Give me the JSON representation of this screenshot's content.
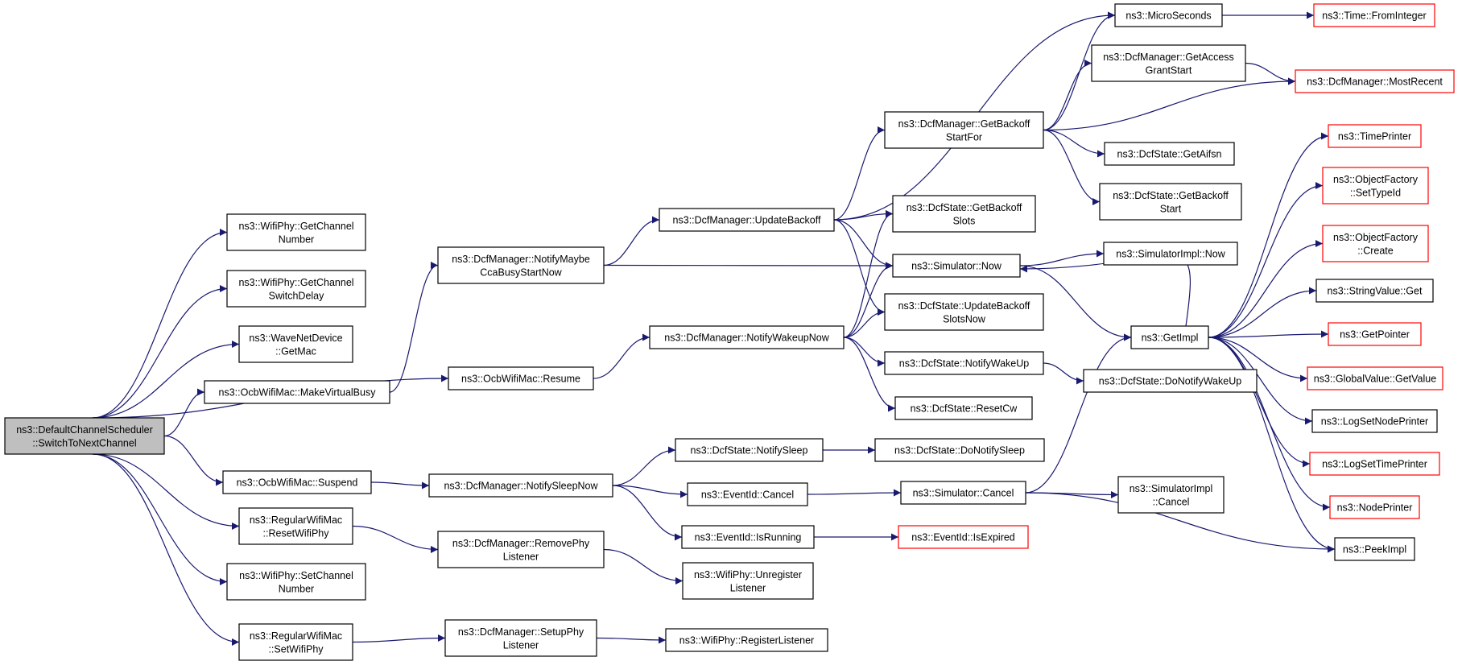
{
  "colors": {
    "edge": "#191970",
    "external_border": "#ff0000",
    "root_fill": "#bfbfbf"
  },
  "nodes": [
    {
      "id": "root",
      "lines": [
        "ns3::DefaultChannelScheduler",
        "::SwitchToNextChannel"
      ],
      "style": "root"
    },
    {
      "id": "getChNum",
      "lines": [
        "ns3::WifiPhy::GetChannel",
        "Number"
      ]
    },
    {
      "id": "getChSw",
      "lines": [
        "ns3::WifiPhy::GetChannel",
        "SwitchDelay"
      ]
    },
    {
      "id": "waveGetMac",
      "lines": [
        "ns3::WaveNetDevice",
        "::GetMac"
      ]
    },
    {
      "id": "makeVB",
      "lines": [
        "ns3::OcbWifiMac::MakeVirtualBusy"
      ]
    },
    {
      "id": "suspend",
      "lines": [
        "ns3::OcbWifiMac::Suspend"
      ]
    },
    {
      "id": "resetWP",
      "lines": [
        "ns3::RegularWifiMac",
        "::ResetWifiPhy"
      ]
    },
    {
      "id": "setChNum",
      "lines": [
        "ns3::WifiPhy::SetChannel",
        "Number"
      ]
    },
    {
      "id": "setWP",
      "lines": [
        "ns3::RegularWifiMac",
        "::SetWifiPhy"
      ]
    },
    {
      "id": "notifyMaybe",
      "lines": [
        "ns3::DcfManager::NotifyMaybe",
        "CcaBusyStartNow"
      ]
    },
    {
      "id": "resume",
      "lines": [
        "ns3::OcbWifiMac::Resume"
      ]
    },
    {
      "id": "notifySleepNow",
      "lines": [
        "ns3::DcfManager::NotifySleepNow"
      ]
    },
    {
      "id": "removePhy",
      "lines": [
        "ns3::DcfManager::RemovePhy",
        "Listener"
      ]
    },
    {
      "id": "setupPhy",
      "lines": [
        "ns3::DcfManager::SetupPhy",
        "Listener"
      ]
    },
    {
      "id": "updateBackoff",
      "lines": [
        "ns3::DcfManager::UpdateBackoff"
      ]
    },
    {
      "id": "notifyWakeupNow",
      "lines": [
        "ns3::DcfManager::NotifyWakeupNow"
      ]
    },
    {
      "id": "notifySleep",
      "lines": [
        "ns3::DcfState::NotifySleep"
      ]
    },
    {
      "id": "eventCancel",
      "lines": [
        "ns3::EventId::Cancel"
      ]
    },
    {
      "id": "isRunning",
      "lines": [
        "ns3::EventId::IsRunning"
      ]
    },
    {
      "id": "unregister",
      "lines": [
        "ns3::WifiPhy::Unregister",
        "Listener"
      ]
    },
    {
      "id": "registerL",
      "lines": [
        "ns3::WifiPhy::RegisterListener"
      ]
    },
    {
      "id": "getBackoffStartFor",
      "lines": [
        "ns3::DcfManager::GetBackoff",
        "StartFor"
      ]
    },
    {
      "id": "getBackoffSlots",
      "lines": [
        "ns3::DcfState::GetBackoff",
        "Slots"
      ]
    },
    {
      "id": "simNow",
      "lines": [
        "ns3::Simulator::Now"
      ]
    },
    {
      "id": "updateBackoffSlotsNow",
      "lines": [
        "ns3::DcfState::UpdateBackoff",
        "SlotsNow"
      ]
    },
    {
      "id": "notifyWakeUp",
      "lines": [
        "ns3::DcfState::NotifyWakeUp"
      ]
    },
    {
      "id": "resetCw",
      "lines": [
        "ns3::DcfState::ResetCw"
      ]
    },
    {
      "id": "doNotifySleep",
      "lines": [
        "ns3::DcfState::DoNotifySleep"
      ]
    },
    {
      "id": "simCancel",
      "lines": [
        "ns3::Simulator::Cancel"
      ]
    },
    {
      "id": "isExpired",
      "lines": [
        "ns3::EventId::IsExpired"
      ],
      "style": "red"
    },
    {
      "id": "microSeconds",
      "lines": [
        "ns3::MicroSeconds"
      ]
    },
    {
      "id": "getAccessGrant",
      "lines": [
        "ns3::DcfManager::GetAccess",
        "GrantStart"
      ]
    },
    {
      "id": "getAifsn",
      "lines": [
        "ns3::DcfState::GetAifsn"
      ]
    },
    {
      "id": "getBackoffStart",
      "lines": [
        "ns3::DcfState::GetBackoff",
        "Start"
      ]
    },
    {
      "id": "simImplNow",
      "lines": [
        "ns3::SimulatorImpl::Now"
      ]
    },
    {
      "id": "getImpl",
      "lines": [
        "ns3::GetImpl"
      ]
    },
    {
      "id": "doNotifyWakeUp",
      "lines": [
        "ns3::DcfState::DoNotifyWakeUp"
      ]
    },
    {
      "id": "simImplCancel",
      "lines": [
        "ns3::SimulatorImpl",
        "::Cancel"
      ]
    },
    {
      "id": "timeFromInt",
      "lines": [
        "ns3::Time::FromInteger"
      ],
      "style": "red"
    },
    {
      "id": "mostRecent",
      "lines": [
        "ns3::DcfManager::MostRecent"
      ],
      "style": "red"
    },
    {
      "id": "timePrinter",
      "lines": [
        "ns3::TimePrinter"
      ],
      "style": "red"
    },
    {
      "id": "ofSetTypeId",
      "lines": [
        "ns3::ObjectFactory",
        "::SetTypeId"
      ],
      "style": "red"
    },
    {
      "id": "ofCreate",
      "lines": [
        "ns3::ObjectFactory",
        "::Create"
      ],
      "style": "red"
    },
    {
      "id": "stringValueGet",
      "lines": [
        "ns3::StringValue::Get"
      ]
    },
    {
      "id": "getPointer",
      "lines": [
        "ns3::GetPointer"
      ],
      "style": "red"
    },
    {
      "id": "globalValueGet",
      "lines": [
        "ns3::GlobalValue::GetValue"
      ],
      "style": "red"
    },
    {
      "id": "logSetNodePrinter",
      "lines": [
        "ns3::LogSetNodePrinter"
      ]
    },
    {
      "id": "logSetTimePrinter",
      "lines": [
        "ns3::LogSetTimePrinter"
      ],
      "style": "red"
    },
    {
      "id": "nodePrinter",
      "lines": [
        "ns3::NodePrinter"
      ],
      "style": "red"
    },
    {
      "id": "peekImpl",
      "lines": [
        "ns3::PeekImpl"
      ]
    }
  ],
  "edges": [
    [
      "root",
      "getChNum"
    ],
    [
      "root",
      "getChSw"
    ],
    [
      "root",
      "waveGetMac"
    ],
    [
      "root",
      "makeVB"
    ],
    [
      "root",
      "resume"
    ],
    [
      "root",
      "suspend"
    ],
    [
      "root",
      "resetWP"
    ],
    [
      "root",
      "setChNum"
    ],
    [
      "root",
      "setWP"
    ],
    [
      "makeVB",
      "notifyMaybe"
    ],
    [
      "notifyMaybe",
      "updateBackoff"
    ],
    [
      "notifyMaybe",
      "simNow"
    ],
    [
      "resume",
      "notifyWakeupNow"
    ],
    [
      "suspend",
      "notifySleepNow"
    ],
    [
      "notifySleepNow",
      "notifySleep"
    ],
    [
      "notifySleepNow",
      "eventCancel"
    ],
    [
      "notifySleepNow",
      "isRunning"
    ],
    [
      "resetWP",
      "removePhy"
    ],
    [
      "removePhy",
      "unregister"
    ],
    [
      "setWP",
      "setupPhy"
    ],
    [
      "setupPhy",
      "registerL"
    ],
    [
      "updateBackoff",
      "microSeconds"
    ],
    [
      "updateBackoff",
      "getBackoffStartFor"
    ],
    [
      "updateBackoff",
      "getBackoffSlots"
    ],
    [
      "updateBackoff",
      "simNow"
    ],
    [
      "updateBackoff",
      "updateBackoffSlotsNow"
    ],
    [
      "notifyWakeupNow",
      "getBackoffSlots"
    ],
    [
      "notifyWakeupNow",
      "simNow"
    ],
    [
      "notifyWakeupNow",
      "updateBackoffSlotsNow"
    ],
    [
      "notifyWakeupNow",
      "notifyWakeUp"
    ],
    [
      "notifyWakeupNow",
      "resetCw"
    ],
    [
      "notifySleep",
      "doNotifySleep"
    ],
    [
      "eventCancel",
      "simCancel"
    ],
    [
      "isRunning",
      "isExpired"
    ],
    [
      "getBackoffStartFor",
      "microSeconds"
    ],
    [
      "getBackoffStartFor",
      "getAccessGrant"
    ],
    [
      "getBackoffStartFor",
      "mostRecent"
    ],
    [
      "getBackoffStartFor",
      "getAifsn"
    ],
    [
      "getBackoffStartFor",
      "getBackoffStart"
    ],
    [
      "getAccessGrant",
      "mostRecent"
    ],
    [
      "microSeconds",
      "timeFromInt"
    ],
    [
      "simNow",
      "simImplNow"
    ],
    [
      "simNow",
      "getImpl"
    ],
    [
      "notifyWakeUp",
      "doNotifyWakeUp"
    ],
    [
      "simCancel",
      "getImpl"
    ],
    [
      "simCancel",
      "simImplCancel"
    ],
    [
      "simCancel",
      "peekImpl"
    ],
    [
      "getImpl",
      "simNow"
    ],
    [
      "getImpl",
      "timePrinter"
    ],
    [
      "getImpl",
      "ofSetTypeId"
    ],
    [
      "getImpl",
      "ofCreate"
    ],
    [
      "getImpl",
      "stringValueGet"
    ],
    [
      "getImpl",
      "getPointer"
    ],
    [
      "getImpl",
      "globalValueGet"
    ],
    [
      "getImpl",
      "logSetNodePrinter"
    ],
    [
      "getImpl",
      "logSetTimePrinter"
    ],
    [
      "getImpl",
      "nodePrinter"
    ],
    [
      "getImpl",
      "peekImpl"
    ]
  ]
}
